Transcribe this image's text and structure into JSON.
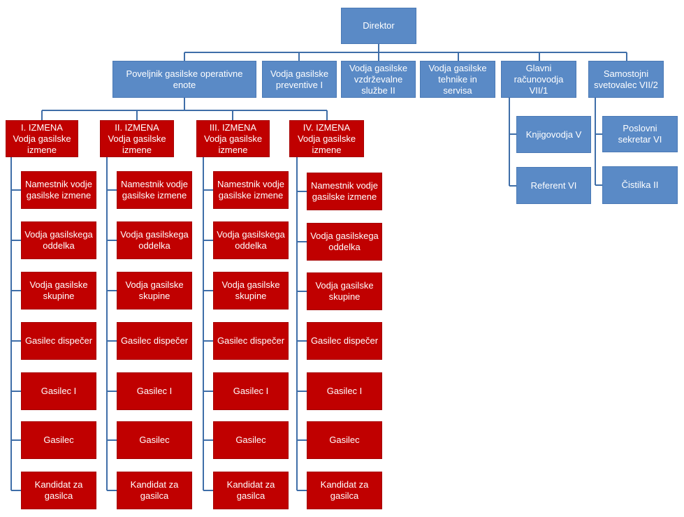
{
  "colors": {
    "blue": "#5a8ac6",
    "red": "#c00000",
    "line": "#3f6ea8"
  },
  "director": "Direktor",
  "level2": [
    "Poveljnik gasilske operativne enote",
    "Vodja gasilske preventive I",
    "Vodja gasilske vzdrževalne službe II",
    "Vodja gasilske tehnike in servisa",
    "Glavni računovodja VII/1",
    "Samostojni svetovalec VII/2"
  ],
  "shifts": [
    {
      "head": "I. IZMENA Vodja gasilske izmene",
      "members": [
        "Namestnik vodje gasilske izmene",
        "Vodja gasilskega oddelka",
        "Vodja gasilske skupine",
        "Gasilec dispečer",
        "Gasilec I",
        "Gasilec",
        "Kandidat za gasilca"
      ]
    },
    {
      "head": "II. IZMENA Vodja gasilske izmene",
      "members": [
        "Namestnik vodje gasilske izmene",
        "Vodja gasilskega oddelka",
        "Vodja gasilske skupine",
        "Gasilec dispečer",
        "Gasilec I",
        "Gasilec",
        "Kandidat za gasilca"
      ]
    },
    {
      "head": "III. IZMENA Vodja gasilske izmene",
      "members": [
        "Namestnik vodje gasilske izmene",
        "Vodja gasilskega oddelka",
        "Vodja gasilske skupine",
        "Gasilec dispečer",
        "Gasilec I",
        "Gasilec",
        "Kandidat za gasilca"
      ]
    },
    {
      "head": "IV. IZMENA Vodja gasilske izmene",
      "members": [
        "Namestnik vodje gasilske izmene",
        "Vodja gasilskega oddelka",
        "Vodja gasilske skupine",
        "Gasilec dispečer",
        "Gasilec I",
        "Gasilec",
        "Kandidat za gasilca"
      ]
    }
  ],
  "accountant_subs": [
    "Knjigovodja V",
    "Referent VI"
  ],
  "advisor_subs": [
    "Poslovni sekretar VI",
    "Čistilka II"
  ]
}
